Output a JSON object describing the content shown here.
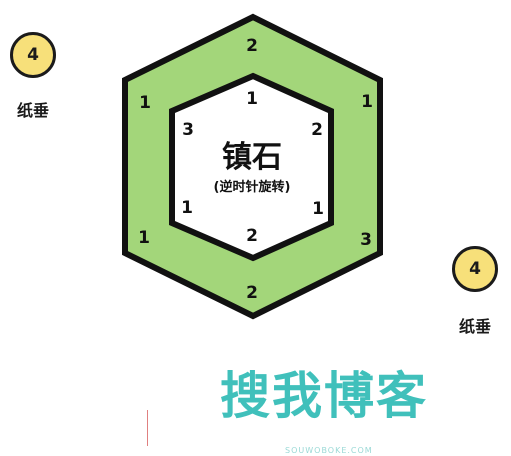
{
  "center": {
    "title": "镇石",
    "subtitle": "(逆时针旋转)"
  },
  "outer_ring": [
    "2",
    "1",
    "3",
    "2",
    "1",
    "1"
  ],
  "inner_ring": [
    "1",
    "2",
    "1",
    "2",
    "1",
    "3"
  ],
  "weights": [
    {
      "value": "4",
      "label": "纸垂"
    },
    {
      "value": "4",
      "label": "纸垂"
    }
  ],
  "watermark": {
    "text": "搜我博客",
    "sub": "SOUWOBOKE.COM"
  },
  "colors": {
    "green": "#a3d67a",
    "outline": "#111111",
    "badge_fill": "#f7e07a",
    "watermark": "#1fb6b0"
  }
}
